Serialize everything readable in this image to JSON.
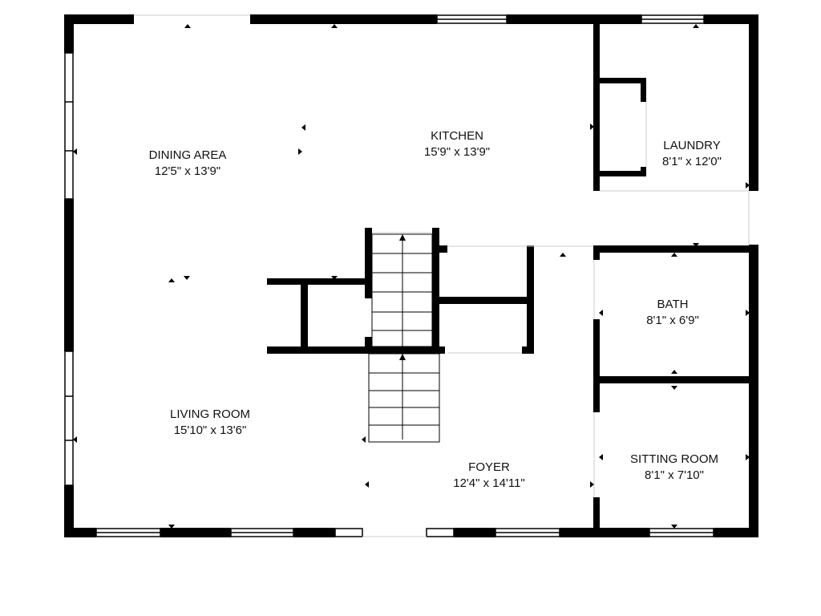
{
  "rooms": [
    {
      "name": "DINING AREA",
      "dimensions": "12'5\" x 13'9\""
    },
    {
      "name": "KITCHEN",
      "dimensions": "15'9\" x 13'9\""
    },
    {
      "name": "LAUNDRY",
      "dimensions": "8'1\" x 12'0\""
    },
    {
      "name": "BATH",
      "dimensions": "8'1\" x 6'9\""
    },
    {
      "name": "LIVING ROOM",
      "dimensions": "15'10\" x 13'6\""
    },
    {
      "name": "FOYER",
      "dimensions": "12'4\" x 14'11\""
    },
    {
      "name": "SITTING ROOM",
      "dimensions": "8'1\" x 7'10\""
    }
  ],
  "colors": {
    "wall": "#000000",
    "window": "#ffffff",
    "background": "#ffffff"
  }
}
